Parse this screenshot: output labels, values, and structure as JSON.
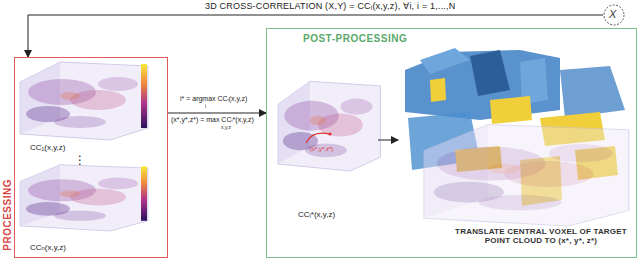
{
  "diagram": {
    "title": "3D CROSS-CORRELATION (X,Y) = CCᵢ(x,y,z), ∀i, i = 1,...,N",
    "nodes": [
      {
        "text": [
          "X"
        ]
      },
      {
        "text": [
          "PROCESSING"
        ]
      },
      {
        "text": [
          "POST-PROCESSING"
        ]
      }
    ],
    "edges": [
      {
        "from": 0,
        "to": 1,
        "arrow": "to"
      },
      {
        "from": 1,
        "to": 2,
        "arrow": "to"
      }
    ],
    "labels": [
      "CC₁(x,y,z)",
      "⋮",
      "CCₙ(x,y,z)",
      "i* = argmax CCᵢ(x,y,z)",
      "i",
      "(x*,y*,z*) = max CCᵢ*(x,y,z)",
      "x,y,z",
      "CCᵢ*(x,y,z)",
      "(x*,y*,z*)",
      "TRANSLATE CENTRAL VOXEL OF TARGET POINT CLOUD TO (x*, y*, z*)"
    ]
  }
}
